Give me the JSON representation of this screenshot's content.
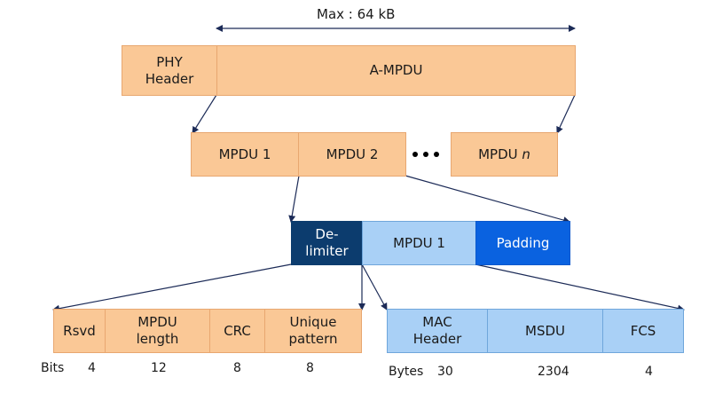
{
  "max_label": "Max : 64 kB",
  "frame": {
    "phy_header": "PHY\nHeader",
    "ampdu": "A-MPDU"
  },
  "mpdus": {
    "mpdu1": "MPDU 1",
    "mpdu2": "MPDU 2",
    "mpdun_prefix": "MPDU ",
    "mpdun_italic": "n"
  },
  "subframe": {
    "delimiter": "De-\nlimiter",
    "mpdu": "MPDU 1",
    "padding": "Padding"
  },
  "delimiter_fields": [
    {
      "label": "Rsvd",
      "bits": "4"
    },
    {
      "label": "MPDU\nlength",
      "bits": "12"
    },
    {
      "label": "CRC",
      "bits": "8"
    },
    {
      "label": "Unique\npattern",
      "bits": "8"
    }
  ],
  "bits_label": "Bits",
  "mpdu_fields": [
    {
      "label": "MAC\nHeader",
      "bytes": "30"
    },
    {
      "label": "MSDU",
      "bytes": "2304"
    },
    {
      "label": "FCS",
      "bytes": "4"
    }
  ],
  "bytes_label": "Bytes",
  "colors": {
    "orange": "#fac896",
    "light_blue": "#a9d0f6",
    "navy": "#0c3c6e",
    "bright_blue": "#0a62e0",
    "lines": "#1c2b57"
  }
}
